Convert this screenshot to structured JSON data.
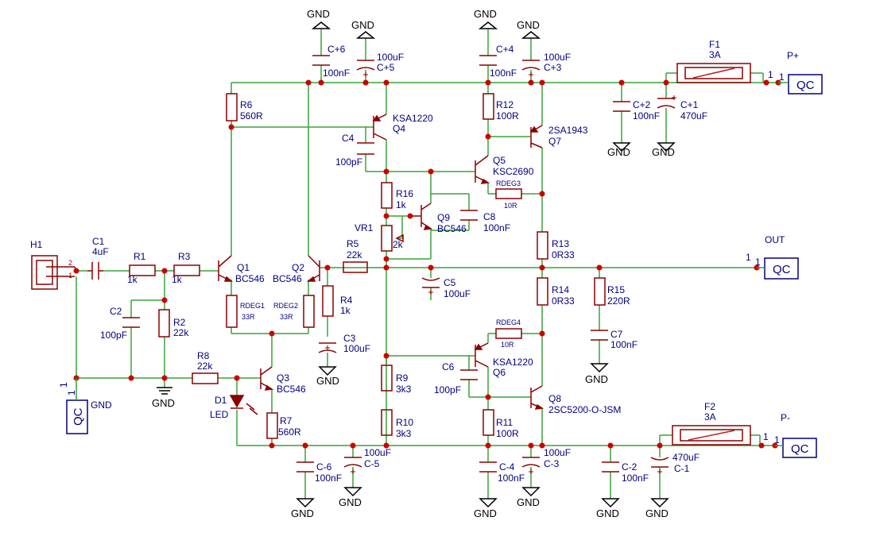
{
  "colors": {
    "wire": "#3aa23a",
    "component": "#8b0000",
    "label": "#000080",
    "junction": "#cc0000",
    "ground": "#000000",
    "fuse_body": "#b22222"
  },
  "gnd_label": "GND",
  "pin1": "1",
  "pin2": "2",
  "qc": "QC",
  "labels": {
    "H1": "H1",
    "C1": "C1",
    "C1v": "4uF",
    "R1": "R1",
    "R1v": "1k",
    "R3": "R3",
    "R3v": "1k",
    "C2": "C2",
    "C2v": "100pF",
    "R2": "R2",
    "R2v": "22k",
    "R8": "R8",
    "R8v": "22k",
    "D1": "D1",
    "D1v": "LED",
    "Q1": "Q1",
    "Q1v": "BC546",
    "Q2": "Q2",
    "Q2v": "BC546",
    "RDEG1": "RDEG1",
    "RDEG1v": "33R",
    "RDEG2": "RDEG2",
    "RDEG2v": "33R",
    "Q3": "Q3",
    "Q3v": "BC546",
    "R7": "R7",
    "R7v": "560R",
    "R6": "R6",
    "R6v": "560R",
    "Cp6": "C+6",
    "Cp6v": "100nF",
    "Cp5": "C+5",
    "Cp5v": "100uF",
    "R4": "R4",
    "R4v": "1k",
    "C3": "C3",
    "C3v": "100uF",
    "R5": "R5",
    "R5v": "22k",
    "C4": "C4",
    "C4v": "100pF",
    "Q4": "Q4",
    "Q4v": "KSA1220",
    "R16": "R16",
    "R16v": "1k",
    "VR1": "VR1",
    "VR1v": "2k",
    "Q9": "Q9",
    "Q9v": "BC546",
    "C8": "C8",
    "C8v": "100nF",
    "C5": "C5",
    "C5v": "100uF",
    "R9": "R9",
    "R9v": "3k3",
    "R10": "R10",
    "R10v": "3k3",
    "Cm6": "C-6",
    "Cm6v": "100nF",
    "Cm5": "C-5",
    "Cm5v": "100uF",
    "Cp4": "C+4",
    "Cp4v": "100nF",
    "Cp3": "C+3",
    "Cp3v": "100uF",
    "R12": "R12",
    "R12v": "100R",
    "Q5": "Q5",
    "Q5v": "KSC2690",
    "RDEG3": "RDEG3",
    "RDEG3v": "10R",
    "Q7": "Q7",
    "Q7v": "2SA1943",
    "R13": "R13",
    "R13v": "0R33",
    "R14": "R14",
    "R14v": "0R33",
    "R15": "R15",
    "R15v": "220R",
    "C7": "C7",
    "C7v": "100nF",
    "RDEG4": "RDEG4",
    "RDEG4v": "10R",
    "C6": "C6",
    "C6v": "100pF",
    "Q6": "Q6",
    "Q6v": "KSA1220",
    "Q8": "Q8",
    "Q8v": "2SC5200-O-JSM",
    "R11": "R11",
    "R11v": "100R",
    "Cm4": "C-4",
    "Cm4v": "100nF",
    "Cm3": "C-3",
    "Cm3v": "100uF",
    "Cp2": "C+2",
    "Cp2v": "100nF",
    "Cp1": "C+1",
    "Cp1v": "470uF",
    "Cm2": "C-2",
    "Cm2v": "100nF",
    "Cm1": "C-1",
    "Cm1v": "470uF",
    "F1": "F1",
    "F1v": "3A",
    "F2": "F2",
    "F2v": "3A",
    "Pplus": "P+",
    "Pminus": "P-",
    "OUT": "OUT"
  }
}
